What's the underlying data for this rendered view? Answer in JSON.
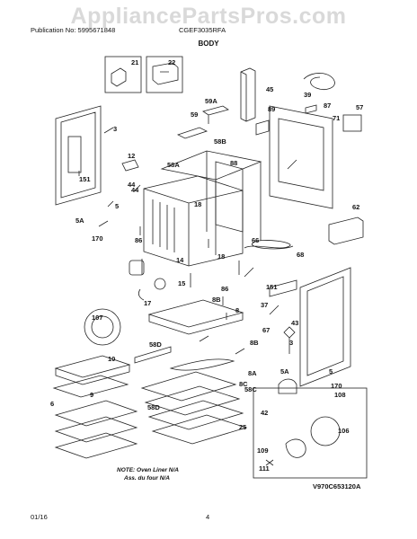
{
  "watermark": "AppliancePartsPros.com",
  "header": {
    "publication": "Publication No: 5995671848",
    "model": "CGEF3035RFA",
    "section_title": "BODY"
  },
  "callouts": [
    "21",
    "22",
    "45",
    "39",
    "59A",
    "59",
    "87",
    "57",
    "89",
    "71",
    "3",
    "58B",
    "88",
    "58A",
    "151",
    "12",
    "18",
    "44",
    "5",
    "170",
    "86",
    "62",
    "66",
    "14",
    "68",
    "15",
    "86",
    "17",
    "8B",
    "8",
    "37",
    "151",
    "43",
    "107",
    "67",
    "58D",
    "8B",
    "10",
    "8A",
    "5A",
    "3",
    "8C",
    "58C",
    "5",
    "170",
    "58D",
    "9",
    "6",
    "42",
    "25",
    "108",
    "106",
    "109",
    "111",
    "5A",
    "44",
    "18"
  ],
  "notes": {
    "line1": "NOTE: Oven Liner N/A",
    "line2": "Ass. du four N/A"
  },
  "diagram_code": "V970C653120A",
  "footer": {
    "date": "01/16",
    "page": "4"
  }
}
